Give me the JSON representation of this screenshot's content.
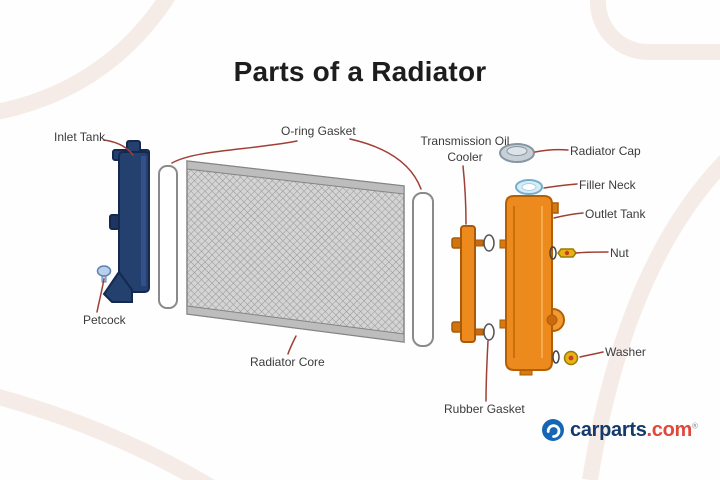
{
  "title": "Parts of a Radiator",
  "labels": {
    "inlet_tank": "Inlet Tank",
    "o_ring_gasket": "O-ring Gasket",
    "transmission_oil_cooler": "Transmission Oil Cooler",
    "radiator_cap": "Radiator Cap",
    "filler_neck": "Filler Neck",
    "outlet_tank": "Outlet Tank",
    "nut": "Nut",
    "petcock": "Petcock",
    "radiator_core": "Radiator Core",
    "washer": "Washer",
    "rubber_gasket": "Rubber Gasket"
  },
  "logo": {
    "brand": "carparts",
    "suffix": ".com",
    "registered": "®",
    "icon": "carparts-swirl-icon"
  },
  "colors": {
    "leader_line": "#a03f35",
    "inlet_tank_blue": "#24406f",
    "outlet_tank_orange": "#ec8a1d",
    "core_gray": "#d4d4d4",
    "cap_gray": "#c7d0d7",
    "filler_neck_blue": "#d6edf7",
    "fastener_gold": "#e6b411",
    "brand_blue": "#16396b",
    "brand_red": "#e0483c",
    "background_swoosh": "#f6ece7"
  }
}
